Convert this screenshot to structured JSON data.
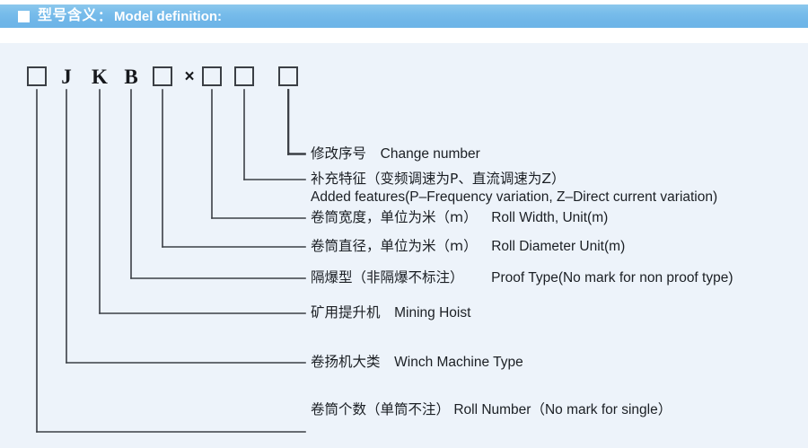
{
  "header": {
    "bullet_icon": "square-bullet-icon",
    "title_cn": "型号含义",
    "colon": "：",
    "title_en": "Model definition:",
    "bg_color": "#6fb6e8",
    "text_color": "#ffffff"
  },
  "model_code": {
    "cells": [
      {
        "type": "box",
        "text": "",
        "name": "code-box-roll-number"
      },
      {
        "type": "letter",
        "text": "J",
        "name": "code-letter-j"
      },
      {
        "type": "letter",
        "text": "K",
        "name": "code-letter-k"
      },
      {
        "type": "letter",
        "text": "B",
        "name": "code-letter-b"
      },
      {
        "type": "box",
        "text": "",
        "name": "code-box-proof-type"
      },
      {
        "type": "times",
        "text": "×",
        "name": "code-multiply-symbol"
      },
      {
        "type": "box",
        "text": "",
        "name": "code-box-roll-diameter"
      },
      {
        "type": "box",
        "text": "",
        "name": "code-box-roll-width"
      },
      {
        "type": "box",
        "text": "",
        "name": "code-box-change-number"
      }
    ]
  },
  "legend": {
    "items": [
      {
        "id": "change-number",
        "cn": "修改序号",
        "en": "Change number",
        "en2": ""
      },
      {
        "id": "added-features",
        "cn": "补充特征（变频调速为P、直流调速为Z）",
        "en": "",
        "en2": "Added features(P–Frequency variation, Z–Direct current variation)"
      },
      {
        "id": "roll-width",
        "cn": "卷筒宽度，单位为米（m）",
        "en": "Roll Width, Unit(m)",
        "en2": ""
      },
      {
        "id": "roll-diameter",
        "cn": "卷筒直径，单位为米（m）",
        "en": "Roll Diameter Unit(m)",
        "en2": ""
      },
      {
        "id": "proof-type",
        "cn": "隔爆型（非隔爆不标注）",
        "en": "Proof Type(No mark for non proof type)",
        "en2": ""
      },
      {
        "id": "mining-hoist",
        "cn": "矿用提升机",
        "en": "Mining Hoist",
        "en2": ""
      },
      {
        "id": "winch-machine-type",
        "cn": "卷扬机大类",
        "en": "Winch Machine Type",
        "en2": ""
      },
      {
        "id": "roll-number",
        "cn": "卷筒个数（单筒不注）",
        "en": "Roll Number（No mark for single）",
        "en2": ""
      }
    ]
  },
  "colors": {
    "panel_bg": "#edf3fa",
    "page_bg": "#ffffff",
    "line": "#3b3f45",
    "text": "#1b1f24"
  }
}
